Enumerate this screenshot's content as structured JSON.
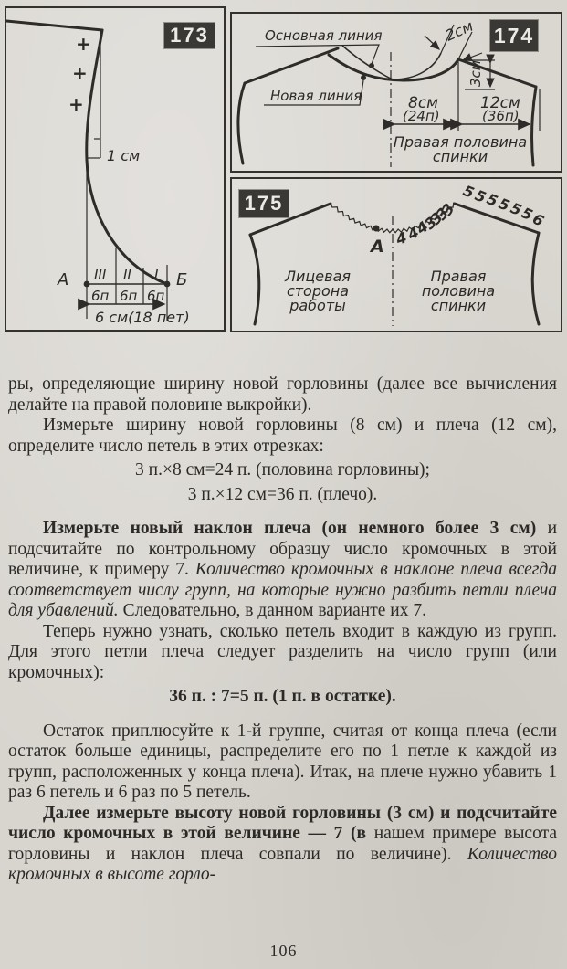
{
  "page": {
    "number": "106"
  },
  "colors": {
    "paper": "#d8d5cf",
    "ink": "#2b2a27",
    "badge_bg": "#3a3835",
    "badge_text": "#eceae4"
  },
  "fig173": {
    "badge": "173",
    "plus_marks": [
      "+",
      "+",
      "+"
    ],
    "label_1cm": "1 см",
    "label_A": "А",
    "label_B": "Б",
    "roman": [
      "III",
      "II",
      "I"
    ],
    "cells": [
      "6п",
      "6п",
      "6п"
    ],
    "bottom_label": "6 см(18 пет)"
  },
  "fig174": {
    "badge": "174",
    "label_main_line": "Основная линия",
    "label_new_line": "Новая линия",
    "label_2cm": "2см",
    "label_3cm": "3см",
    "label_8cm": "8см",
    "label_24p": "(24п)",
    "label_12cm": "12см",
    "label_36p": "(36п)",
    "caption_line1": "Правая половина",
    "caption_line2": "спинки"
  },
  "fig175": {
    "badge": "175",
    "label_A": "А",
    "neck_numbers": [
      "4",
      "4",
      "4",
      "3",
      "3",
      "3",
      "3"
    ],
    "shoulder_numbers": [
      "5",
      "5",
      "5",
      "5",
      "5",
      "5",
      "6"
    ],
    "left_caption": [
      "Лицевая",
      "сторона",
      "работы"
    ],
    "right_caption": [
      "Правая",
      "половина",
      "спинки"
    ]
  },
  "text": {
    "p1": "ры, определяющие ширину новой горловины (далее все вычисления делайте  на правой половине выкройки).",
    "p2": "Измерьте ширину новой горловины (8 см) и плеча (12 см), определите число петель в этих отрезках:",
    "f1": "3 п.×8 см=24 п. (половина горловины);",
    "f2": "3 п.×12 см=36 п. (плечо).",
    "p3_bold": "Измерьте новый наклон плеча (он немного более 3 см)",
    "p3_mid": " и подсчитайте по контрольному образцу число кромочных в этой величине, к примеру 7. ",
    "p3_italic": "Количество кромочных в наклоне плеча всегда соответствует числу групп, на которые нужно разбить петли плеча для убавлений.",
    "p3_end": " Следовательно, в данном варианте их 7.",
    "p4": "Теперь нужно узнать, сколько петель входит в каждую из групп. Для этого петли плеча следует разделить  на число групп (или кромочных):",
    "f3": "36 п. : 7=5 п. (1 п. в остатке).",
    "p5": "Остаток приплюсуйте к 1-й группе, считая от конца плеча (если остаток больше единицы, распределите его по 1 петле к каждой из групп,  расположенных у конца плеча). Итак, на плече нужно убавить 1 раз 6 петель и 6 раз по 5 петель.",
    "p6_bold": "Далее измерьте высоту новой горловины (3 см) и подсчитайте число кромочных в этой величине — 7 (в",
    "p6_mid": " нашем примере высота горловины и наклон плеча совпали по величине). ",
    "p6_italic": "Количество кромочных в высоте горло-"
  }
}
